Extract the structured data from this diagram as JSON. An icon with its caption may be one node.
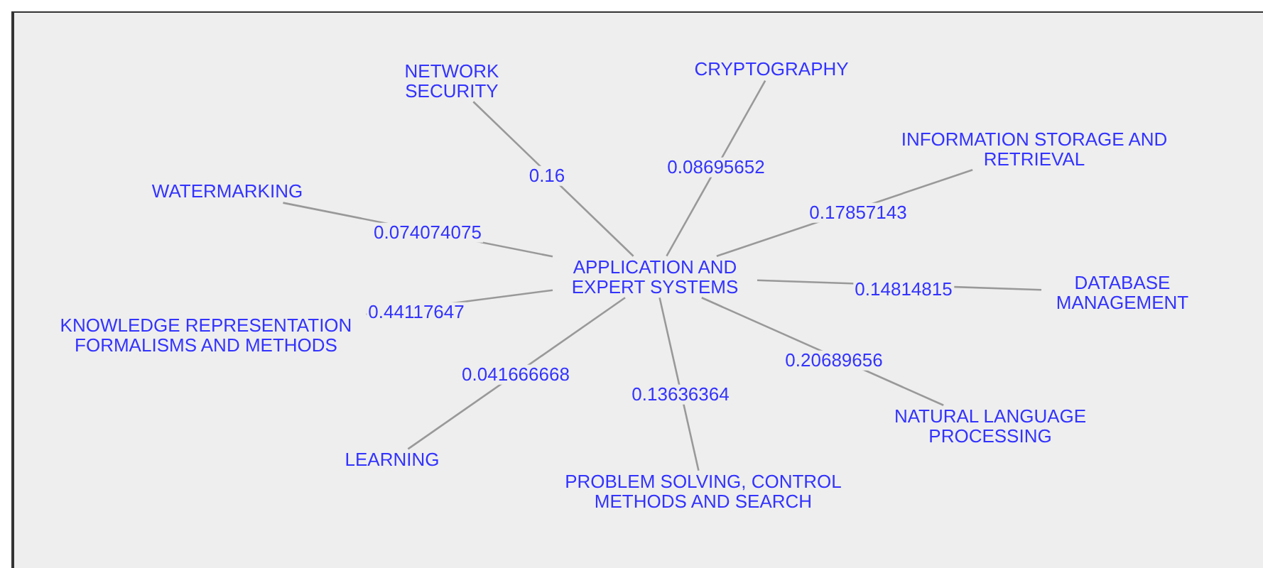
{
  "diagram": {
    "nodes": [
      {
        "text": [
          "APPLICATION AND EXPERT SYSTEMS"
        ]
      },
      {
        "text": [
          "NETWORK SECURITY"
        ]
      },
      {
        "text": [
          "CRYPTOGRAPHY"
        ]
      },
      {
        "text": [
          "INFORMATION STORAGE AND RETRIEVAL"
        ]
      },
      {
        "text": [
          "WATERMARKING"
        ]
      },
      {
        "text": [
          "DATABASE MANAGEMENT"
        ]
      },
      {
        "text": [
          "KNOWLEDGE REPRESENTATION FORMALISMS AND METHODS"
        ]
      },
      {
        "text": [
          "NATURAL LANGUAGE PROCESSING"
        ]
      },
      {
        "text": [
          "LEARNING"
        ]
      },
      {
        "text": [
          "PROBLEM SOLVING, CONTROL METHODS AND SEARCH"
        ]
      }
    ],
    "edges": [
      {
        "from": 0,
        "to": 1,
        "arrow": "none",
        "label": "0.16"
      },
      {
        "from": 0,
        "to": 2,
        "arrow": "none",
        "label": "0.08695652"
      },
      {
        "from": 0,
        "to": 3,
        "arrow": "none",
        "label": "0.17857143"
      },
      {
        "from": 0,
        "to": 4,
        "arrow": "none",
        "label": "0.074074075"
      },
      {
        "from": 0,
        "to": 5,
        "arrow": "none",
        "label": "0.14814815"
      },
      {
        "from": 0,
        "to": 6,
        "arrow": "none",
        "label": "0.44117647"
      },
      {
        "from": 0,
        "to": 7,
        "arrow": "none",
        "label": "0.20689656"
      },
      {
        "from": 0,
        "to": 8,
        "arrow": "none",
        "label": "0.041666668"
      },
      {
        "from": 0,
        "to": 9,
        "arrow": "none",
        "label": "0.13636364"
      }
    ]
  }
}
